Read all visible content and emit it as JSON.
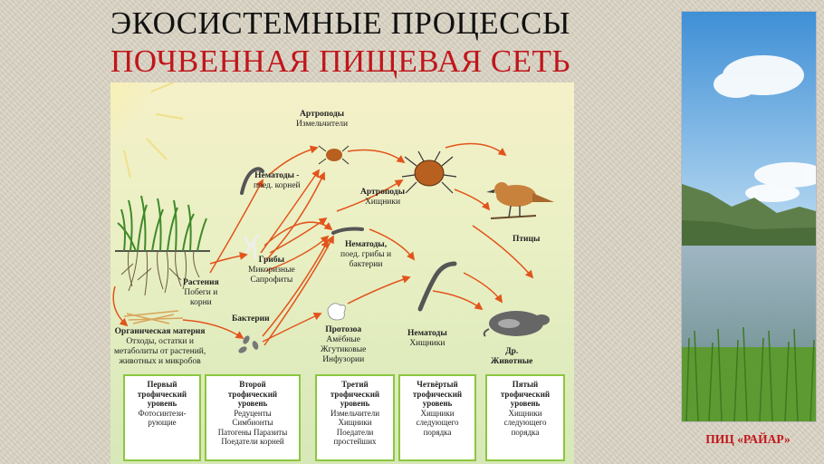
{
  "title": "ЭКОСИСТЕМНЫЕ ПРОЦЕССЫ",
  "subtitle": "ПОЧВЕННАЯ ПИЩЕВАЯ СЕТЬ",
  "brand": "ПИЦ «РАЙАР»",
  "colors": {
    "arrow": "#e2541b",
    "box_border": "#8cc63f",
    "subtitle": "#c0161b"
  },
  "nodes": {
    "arthropods_shredders": {
      "name": "Артроподы",
      "desc": "Измельчители"
    },
    "nematodes_root": {
      "name": "Нематоды -",
      "desc": "поед. корней"
    },
    "arthropods_predators": {
      "name": "Артроподы",
      "desc": "Хищники"
    },
    "birds": {
      "name": "Птицы"
    },
    "fungi": {
      "name": "Грибы",
      "desc1": "Микоризные",
      "desc2": "Сапрофиты"
    },
    "nematodes_fungi": {
      "name": "Нематоды,",
      "desc1": "поед. грибы и",
      "desc2": "бактерии"
    },
    "plants": {
      "name": "Растения",
      "desc1": "Побеги и",
      "desc2": "корни"
    },
    "bacteria": {
      "name": "Бактерии"
    },
    "organic": {
      "name": "Органическая материя",
      "desc1": "Отходы, остатки и",
      "desc2": "метаболиты от растений,",
      "desc3": "животных и микробов"
    },
    "protozoa": {
      "name": "Протозоа",
      "desc1": "Амёбные",
      "desc2": "Жгутиковые",
      "desc3": "Инфузории"
    },
    "nematodes_predators": {
      "name": "Нематоды",
      "desc": "Хищники"
    },
    "other_animals": {
      "name1": "Др.",
      "name2": "Животные"
    }
  },
  "levels": [
    {
      "h1": "Первый",
      "h2": "трофический",
      "h3": "уровень",
      "l1": "Фотосинтези-",
      "l2": "рующие"
    },
    {
      "h1": "Второй",
      "h2": "трофический",
      "h3": "уровень",
      "l1": "Редуценты",
      "l2": "Симбионты",
      "l3": "Патогены Паразиты",
      "l4": "Поедатели корней"
    },
    {
      "h1": "Третий",
      "h2": "трофический",
      "h3": "уровень",
      "l1": "Измельчители",
      "l2": "Хищники",
      "l3": "Поедатели",
      "l4": "простейших"
    },
    {
      "h1": "Четвёртый",
      "h2": "трофический",
      "h3": "уровень",
      "l1": "Хищники",
      "l2": "следующего",
      "l3": "порядка"
    },
    {
      "h1": "Пятый",
      "h2": "трофический",
      "h3": "уровень",
      "l1": "Хищники",
      "l2": "следующего",
      "l3": "порядка"
    }
  ]
}
